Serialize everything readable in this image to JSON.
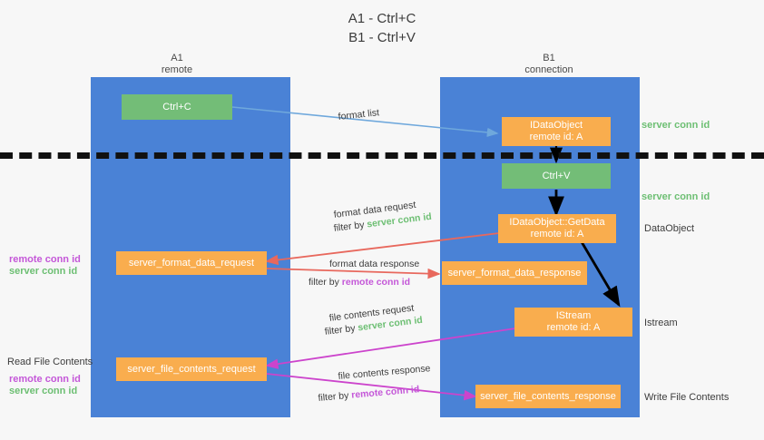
{
  "title": "A1 - Ctrl+C\nB1 - Ctrl+V",
  "columns": {
    "left": {
      "name": "A1",
      "role": "remote"
    },
    "right": {
      "name": "B1",
      "role": "connection"
    }
  },
  "boxes": {
    "ctrl_c": "Ctrl+C",
    "ctrl_v": "Ctrl+V",
    "idataobject": "IDataObject\nremote id: A",
    "idataobject_getdata": "IDataObject::GetData\nremote id: A",
    "istream": "IStream\nremote id: A",
    "server_format_data_request": "server_format_data_request",
    "server_format_data_response": "server_format_data_response",
    "server_file_contents_request": "server_file_contents_request",
    "server_file_contents_response": "server_file_contents_response"
  },
  "right_labels": {
    "server_conn_id_top": "server conn id",
    "server_conn_id_mid": "server conn id",
    "dataobject": "DataObject",
    "istream": "Istream",
    "write_file_contents": "Write File Contents"
  },
  "left_labels": {
    "remote_conn_id_1": "remote conn id",
    "server_conn_id_1": "server conn id",
    "read_file_contents": "Read File Contents",
    "remote_conn_id_2": "remote conn id",
    "server_conn_id_2": "server conn id"
  },
  "arrow_labels": {
    "format_list": "format list",
    "format_data_request": "format data request",
    "format_data_request_filter_prefix": "filter by ",
    "format_data_request_filter_key": "server conn id",
    "format_data_response": "format data response",
    "format_data_response_filter_prefix": "filter by ",
    "format_data_response_filter_key": "remote conn id",
    "file_contents_request": "file contents request",
    "file_contents_request_filter_prefix": "filter by ",
    "file_contents_request_filter_key": "server conn id",
    "file_contents_response": "file contents response",
    "file_contents_response_filter_prefix": "filter by ",
    "file_contents_response_filter_key": "remote conn id"
  },
  "colors": {
    "lane": "#4a82d6",
    "box_orange": "#f9ad4e",
    "box_green": "#73bd77",
    "green_text": "#6dbf73",
    "magenta_text": "#c457d8",
    "arrow_blue": "#6fa8dc",
    "arrow_red": "#e8685d",
    "arrow_black": "#000000",
    "arrow_magenta": "#cc44cc",
    "background": "#f7f7f7"
  }
}
